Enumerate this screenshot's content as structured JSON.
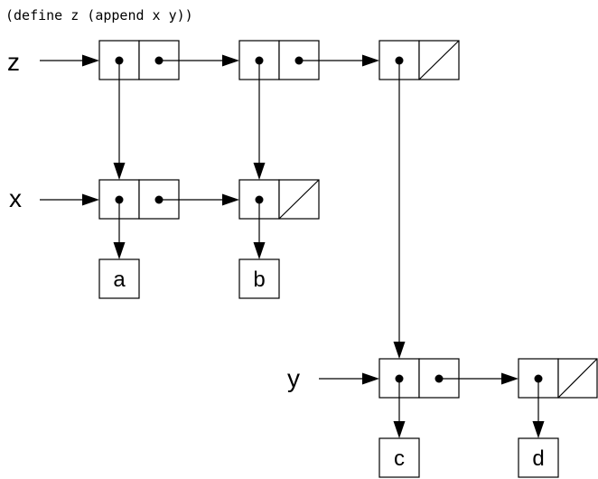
{
  "code": "(define z (append x y))",
  "variables": {
    "z": "z",
    "x": "x",
    "y": "y"
  },
  "atoms": {
    "a": "a",
    "b": "b",
    "c": "c",
    "d": "d"
  }
}
